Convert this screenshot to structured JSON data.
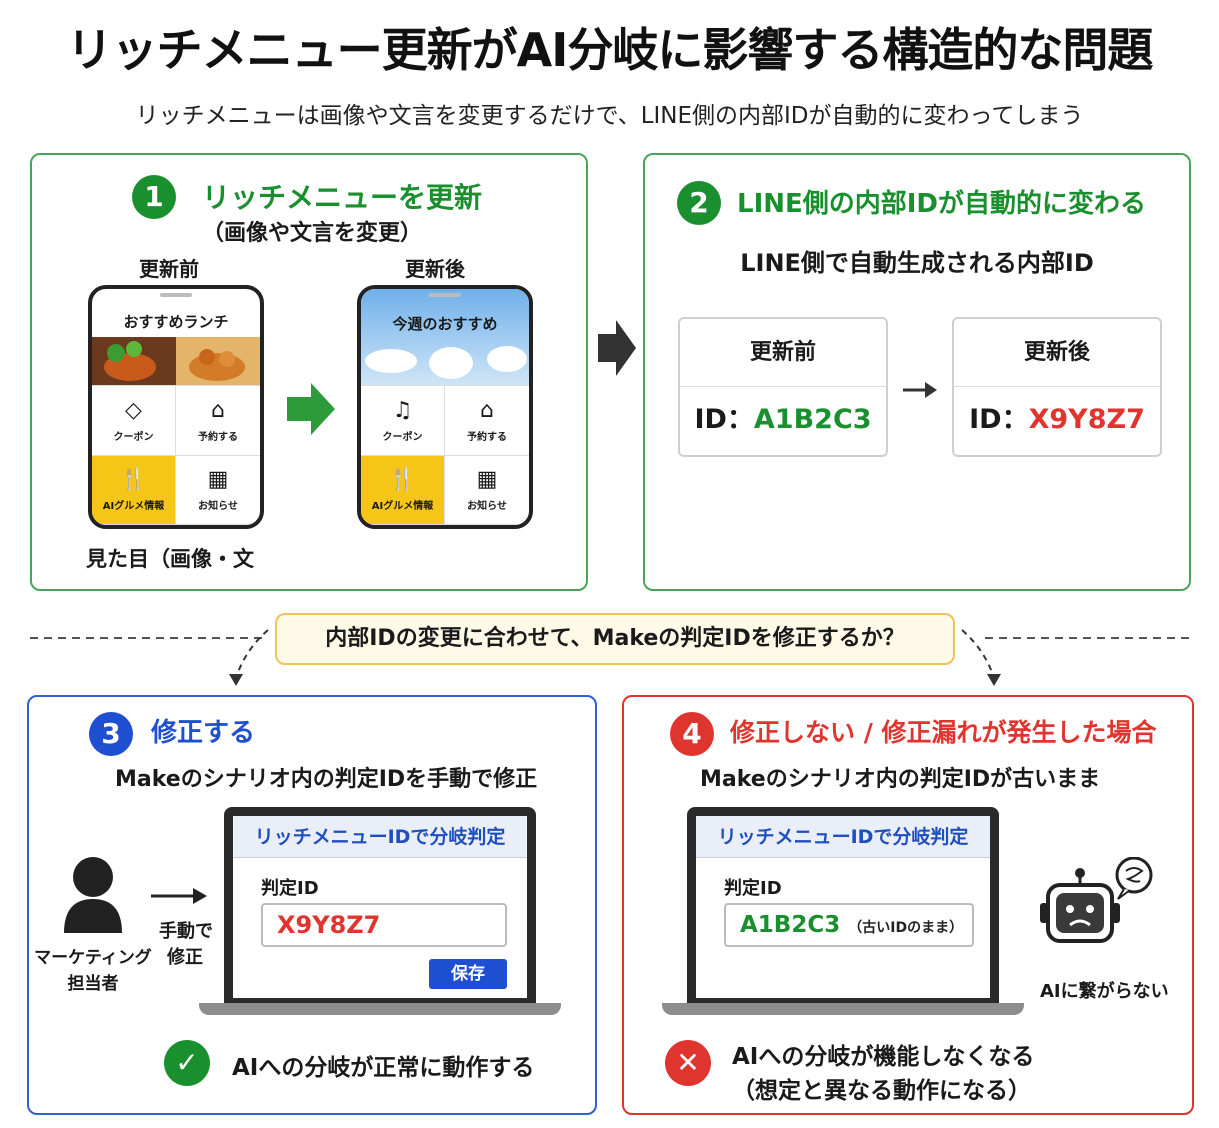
{
  "title": "リッチメニュー更新がAI分岐に影響する構造的な問題",
  "subtitle": "リッチメニューは画像や文言を変更するだけで、LINE側の内部IDが自動的に変わってしまう",
  "step1": {
    "num": "1",
    "title": "リッチメニューを更新",
    "sub": "（画像や文言を変更）",
    "before_label": "更新前",
    "after_label": "更新後",
    "phone_before": {
      "title": "おすすめランチ",
      "cells": [
        "クーポン",
        "予約する",
        "AIグルメ情報",
        "お知らせ"
      ]
    },
    "phone_after": {
      "title": "今週のおすすめ",
      "cells": [
        "クーポン",
        "予約する",
        "AIグルメ情報",
        "お知らせ"
      ]
    },
    "caption": "見た目（画像・文"
  },
  "step2": {
    "num": "2",
    "title": "LINE側の内部IDが自動的に変わる",
    "sub": "LINE側で自動生成される内部ID",
    "before_label": "更新前",
    "after_label": "更新後",
    "id_prefix": "ID：",
    "before_id": "A1B2C3",
    "after_id": "X9Y8Z7"
  },
  "question": "内部IDの変更に合わせて、Makeの判定IDを修正するか？",
  "step3": {
    "num": "3",
    "title": "修正する",
    "sub": "Makeのシナリオ内の判定IDを手動で修正",
    "person_label_1": "マーケティング",
    "person_label_2": "担当者",
    "action_1": "手動で",
    "action_2": "修正",
    "screen_title": "リッチメニューIDで分岐判定",
    "field_label": "判定ID",
    "field_value": "X9Y8Z7",
    "save_label": "保存",
    "result": "AIへの分岐が正常に動作する"
  },
  "step4": {
    "num": "4",
    "title": "修正しない / 修正漏れが発生した場合",
    "sub": "Makeのシナリオ内の判定IDが古いまま",
    "screen_title": "リッチメニューIDで分岐判定",
    "field_label": "判定ID",
    "field_value": "A1B2C3",
    "field_note": "（古いIDのまま）",
    "robot_label": "AIに繋がらない",
    "result_1": "AIへの分岐が機能しなくなる",
    "result_2": "（想定と異なる動作になる）"
  },
  "colors": {
    "green": "#1a8f2e",
    "blue": "#1f4fd1",
    "red": "#e0342f",
    "yellow": "#f5c518"
  }
}
